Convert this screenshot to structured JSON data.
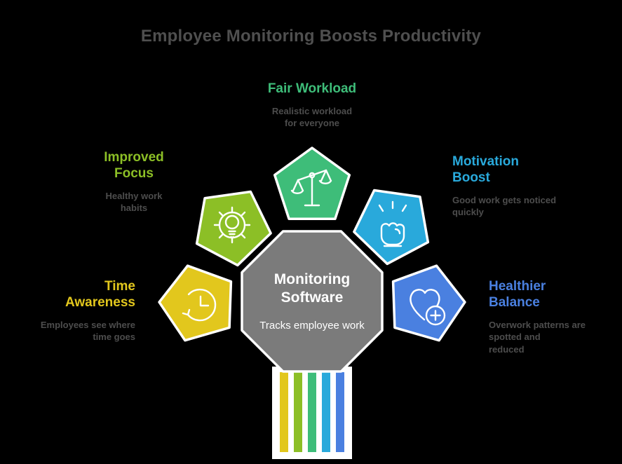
{
  "title": "Employee Monitoring Boosts Productivity",
  "center": {
    "title": "Monitoring Software",
    "subtitle": "Tracks employee work",
    "color": "#7b7b7b"
  },
  "benefits": [
    {
      "id": "fair-workload",
      "label": "Fair Workload",
      "description": "Realistic workload\nfor everyone",
      "color": "#3ebd79",
      "icon": "scales-icon"
    },
    {
      "id": "improved-focus",
      "label": "Improved Focus",
      "description": "Healthy work\nhabits",
      "color": "#8cbf26",
      "icon": "gear-lightbulb-icon"
    },
    {
      "id": "motivation-boost",
      "label": "Motivation Boost",
      "description": "Good work gets noticed\nquickly",
      "color": "#29a9db",
      "icon": "fist-icon"
    },
    {
      "id": "time-awareness",
      "label": "Time Awareness",
      "description": "Employees see where\ntime goes",
      "color": "#e2c71d",
      "icon": "clock-history-icon"
    },
    {
      "id": "healthier-balance",
      "label": "Healthier Balance",
      "description": "Overwork patterns are\nspotted and\nreduced",
      "color": "#4a80e0",
      "icon": "heart-plus-icon"
    }
  ],
  "stem_stripes": [
    "#e2c71d",
    "#8cbf26",
    "#3ebd79",
    "#29a9db",
    "#4a80e0"
  ],
  "text_colors": {
    "title_gray": "#4f4f4f",
    "description_gray": "#4d4d4d",
    "center_text": "#ffffff"
  }
}
